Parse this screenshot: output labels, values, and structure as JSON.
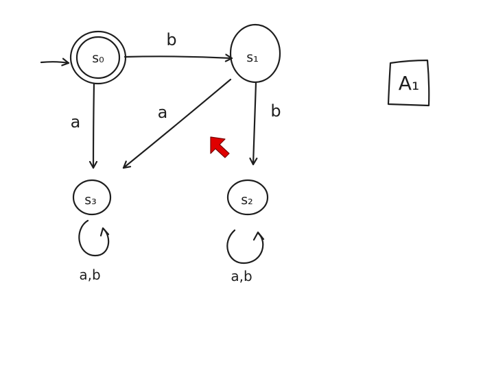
{
  "diagram": {
    "type": "finite-automaton",
    "states": [
      {
        "id": "s0",
        "label": "s₀",
        "start": true,
        "accepting": true
      },
      {
        "id": "s1",
        "label": "s₁",
        "start": false,
        "accepting": false
      },
      {
        "id": "s3",
        "label": "s₃",
        "start": false,
        "accepting": false
      },
      {
        "id": "s2",
        "label": "s₂",
        "start": false,
        "accepting": false
      }
    ],
    "transitions": [
      {
        "from": "s0",
        "to": "s1",
        "label": "b"
      },
      {
        "from": "s0",
        "to": "s3",
        "label": "a"
      },
      {
        "from": "s1",
        "to": "s3",
        "label": "a"
      },
      {
        "from": "s1",
        "to": "s2",
        "label": "b"
      },
      {
        "from": "s3",
        "to": "s3",
        "label": "a,b"
      },
      {
        "from": "s2",
        "to": "s2",
        "label": "a,b"
      }
    ],
    "automaton_tag": "A₁"
  },
  "colors": {
    "ink": "#1e1e1e",
    "cursor": "#e00000",
    "background": "#ffffff"
  },
  "icons": {
    "cursor": "red-arrow-cursor-icon"
  }
}
